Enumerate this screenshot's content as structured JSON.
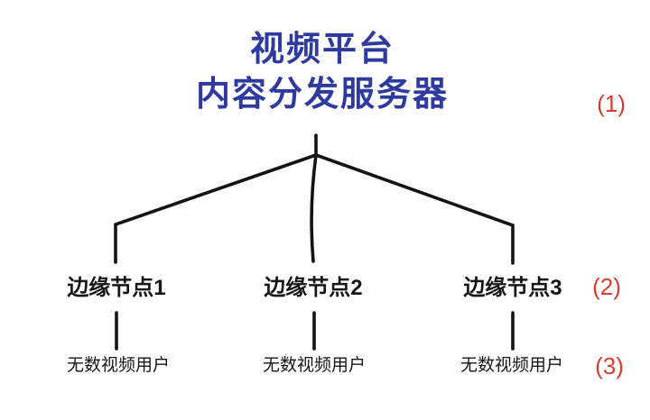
{
  "diagram": {
    "title": {
      "line1": "视频平台",
      "line2": "内容分发服务器"
    },
    "edge_nodes": [
      {
        "label": "边缘节点1",
        "user_label": "无数视频用户"
      },
      {
        "label": "边缘节点2",
        "user_label": "无数视频用户"
      },
      {
        "label": "边缘节点3",
        "user_label": "无数视频用户"
      }
    ],
    "level_markers": [
      {
        "label": "(1)"
      },
      {
        "label": "(2)"
      },
      {
        "label": "(3)"
      }
    ],
    "colors": {
      "title_text": "#2e3a9e",
      "marker_text": "#d63c2f",
      "node_text": "#161616",
      "line": "#141414",
      "background": "#ffffff"
    }
  }
}
